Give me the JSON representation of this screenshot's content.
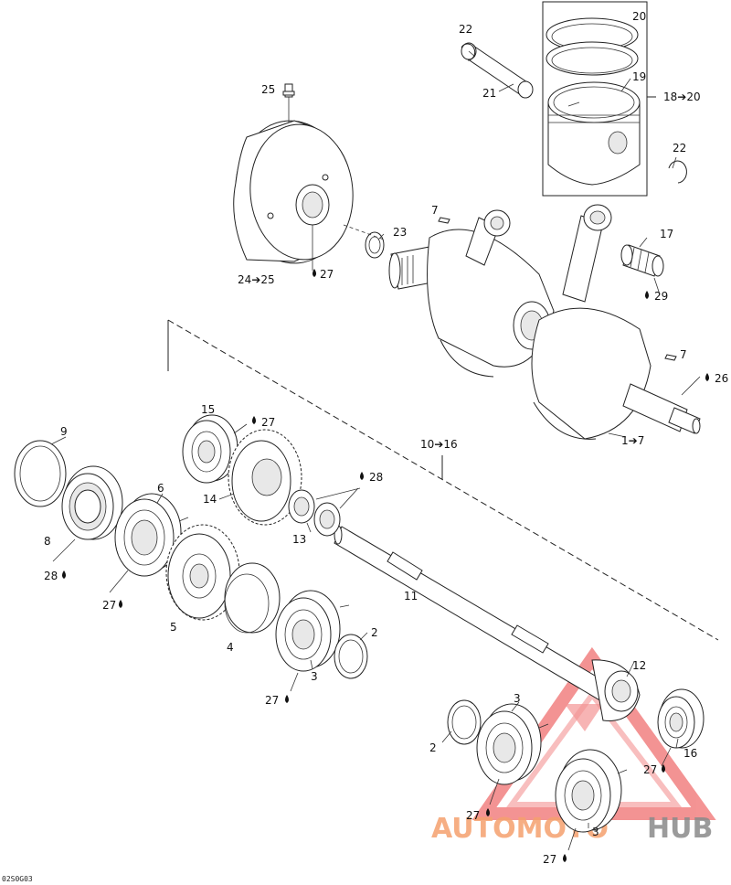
{
  "labels": {
    "l1_7": "1➔7",
    "l2a": "2",
    "l2b": "2",
    "l3a": "3",
    "l3b": "3",
    "l3c": "3",
    "l4": "4",
    "l5": "5",
    "l6": "6",
    "l7a": "7",
    "l7b": "7",
    "l8": "8",
    "l9": "9",
    "l10_16": "10➔16",
    "l11": "11",
    "l12": "12",
    "l13": "13",
    "l14": "14",
    "l15": "15",
    "l16": "16",
    "l17": "17",
    "l18_20": "18➔20",
    "l19": "19",
    "l20": "20",
    "l21": "21",
    "l22a": "22",
    "l22b": "22",
    "l23": "23",
    "l24_25": "24➔25",
    "l25": "25",
    "l26": "26",
    "l27a": "27",
    "l27b": "27",
    "l27c": "27",
    "l27d": "27",
    "l27e": "27",
    "l27f": "27",
    "l27g": "27",
    "l28a": "28",
    "l28b": "28",
    "l29": "29"
  },
  "reference_code": "02S0G03",
  "watermark": {
    "text_left": "AUTOMOTO",
    "text_right": "HUB",
    "color_left": "#f5a06e",
    "color_right": "#8a8a8a",
    "triangle_color": "#f07070"
  }
}
